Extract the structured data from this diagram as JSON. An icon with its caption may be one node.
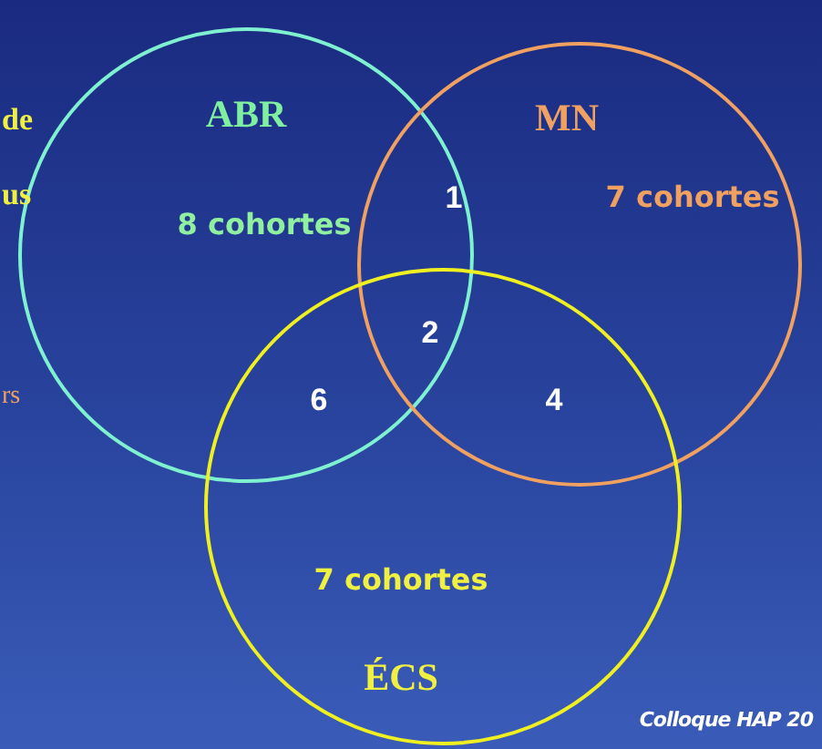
{
  "diagram": {
    "nodes": [
      {
        "text": [
          "ABR",
          "8 cohortes"
        ]
      },
      {
        "text": [
          "MN",
          "7 cohortes"
        ]
      },
      {
        "text": [
          "7 cohortes",
          "ÉCS"
        ]
      }
    ],
    "labels": [
      "de",
      "us",
      "1",
      "2",
      "rs",
      "6",
      "4",
      "Colloque HAP 20"
    ]
  }
}
